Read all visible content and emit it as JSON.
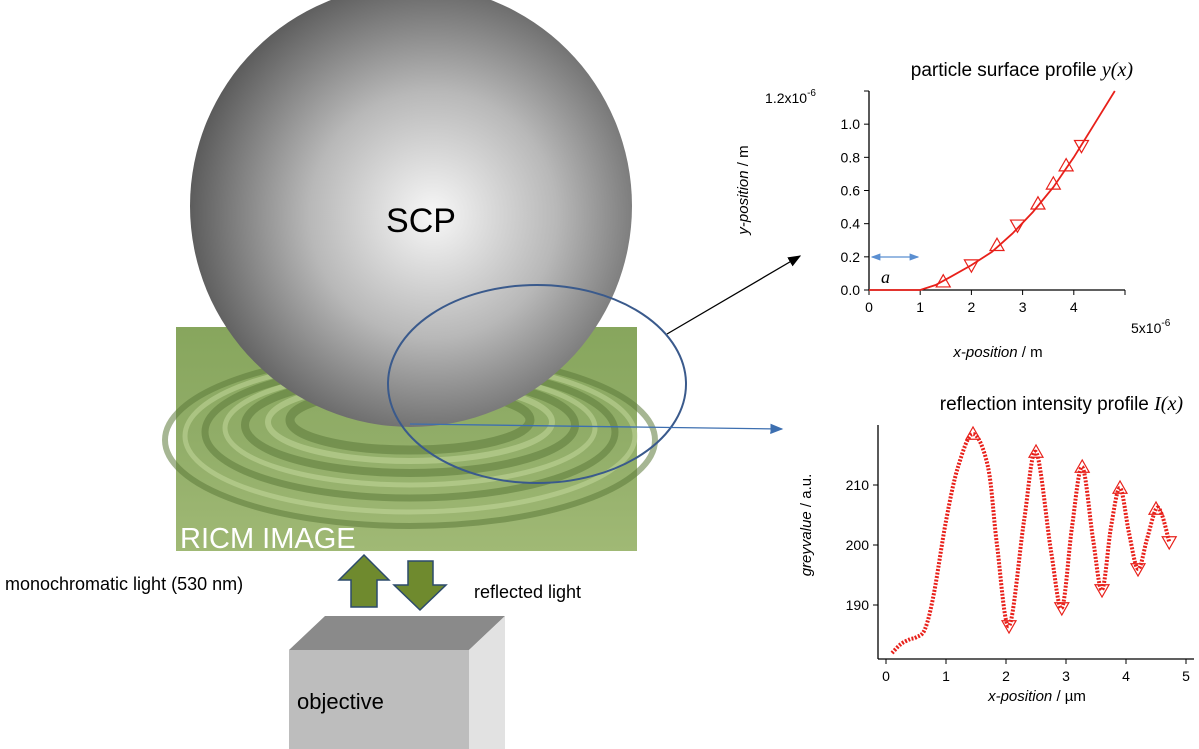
{
  "scene": {
    "particle_label": "SCP",
    "ricm_label": "RICM IMAGE",
    "incident_light_label": "monochromatic light (530 nm)",
    "reflected_light_label": "reflected light",
    "objective_label": "objective",
    "colors": {
      "arrow_fill": "#6f8a2e",
      "ellipse_stroke": "#3a5a8c",
      "curve": "#e8201a",
      "ricm_green": "#8aa960"
    }
  },
  "chart_data": [
    {
      "type": "line",
      "title": "particle surface profile ",
      "title_symbol": "y(x)",
      "xlabel": "x-position",
      "xunit": " / m",
      "ylabel": "y-position",
      "yunit": " / m",
      "xlim": [
        0,
        5e-06
      ],
      "ylim": [
        0,
        1.2e-06
      ],
      "x_ticks": [
        "0",
        "1",
        "2",
        "3",
        "4"
      ],
      "x_tick_values": [
        0,
        1,
        2,
        3,
        4
      ],
      "x_exp_label": "5x10",
      "x_exp_sup": "-6",
      "y_ticks": [
        "0.0",
        "0.2",
        "0.4",
        "0.6",
        "0.8",
        "1.0"
      ],
      "y_tick_values": [
        0,
        0.2,
        0.4,
        0.6,
        0.8,
        1.0
      ],
      "y_top_label": "1.2x10",
      "y_top_sup": "-6",
      "annotation": "a",
      "series": [
        {
          "values_x": [
            0,
            0.5,
            0.9,
            1.0,
            1.3,
            1.6,
            2.0,
            2.4,
            2.8,
            3.2,
            3.6,
            4.0,
            4.4,
            4.8
          ],
          "values_y": [
            0,
            0,
            0,
            0,
            0.03,
            0.08,
            0.15,
            0.23,
            0.34,
            0.47,
            0.62,
            0.8,
            1.0,
            1.2
          ]
        }
      ],
      "markers_up": [
        {
          "x": 1.45,
          "y": 0.05
        },
        {
          "x": 2.5,
          "y": 0.27
        },
        {
          "x": 3.3,
          "y": 0.52
        },
        {
          "x": 3.6,
          "y": 0.64
        },
        {
          "x": 3.85,
          "y": 0.75
        }
      ],
      "markers_down": [
        {
          "x": 2.0,
          "y": 0.15
        },
        {
          "x": 2.9,
          "y": 0.39
        },
        {
          "x": 4.15,
          "y": 0.87
        }
      ]
    },
    {
      "type": "line",
      "title": "reflection intensity profile ",
      "title_symbol": "I(x)",
      "xlabel": "x-position",
      "xunit": " / µm",
      "ylabel": "greyvalue",
      "yunit": " / a.u.",
      "xlim": [
        0,
        5
      ],
      "ylim": [
        181,
        220
      ],
      "x_ticks": [
        "0",
        "1",
        "2",
        "3",
        "4",
        "5"
      ],
      "x_tick_values": [
        0,
        1,
        2,
        3,
        4,
        5
      ],
      "y_ticks": [
        "190",
        "200",
        "210"
      ],
      "y_tick_values": [
        190,
        200,
        210
      ],
      "series": [
        {
          "values_x": [
            0.1,
            0.25,
            0.4,
            0.5,
            0.65,
            0.8,
            1.0,
            1.2,
            1.45,
            1.7,
            1.85,
            2.05,
            2.3,
            2.5,
            2.75,
            2.93,
            3.1,
            3.27,
            3.45,
            3.6,
            3.75,
            3.9,
            4.05,
            4.2,
            4.35,
            4.5,
            4.6,
            4.72
          ],
          "values_y": [
            182,
            183.5,
            184.3,
            184.6,
            186,
            192,
            204,
            213,
            218.5,
            213,
            200,
            186.5,
            204,
            215.5,
            199,
            189.5,
            203,
            213,
            201,
            192.5,
            203,
            209.5,
            202,
            196,
            201,
            206,
            205,
            200.5
          ]
        }
      ],
      "markers_up": [
        {
          "x": 1.45,
          "y": 218.5
        },
        {
          "x": 2.5,
          "y": 215.5
        },
        {
          "x": 3.27,
          "y": 213
        },
        {
          "x": 3.9,
          "y": 209.5
        },
        {
          "x": 4.5,
          "y": 206
        }
      ],
      "markers_down": [
        {
          "x": 2.05,
          "y": 186.5
        },
        {
          "x": 2.93,
          "y": 189.5
        },
        {
          "x": 3.6,
          "y": 192.5
        },
        {
          "x": 4.2,
          "y": 196
        },
        {
          "x": 4.72,
          "y": 200.5
        }
      ]
    }
  ]
}
